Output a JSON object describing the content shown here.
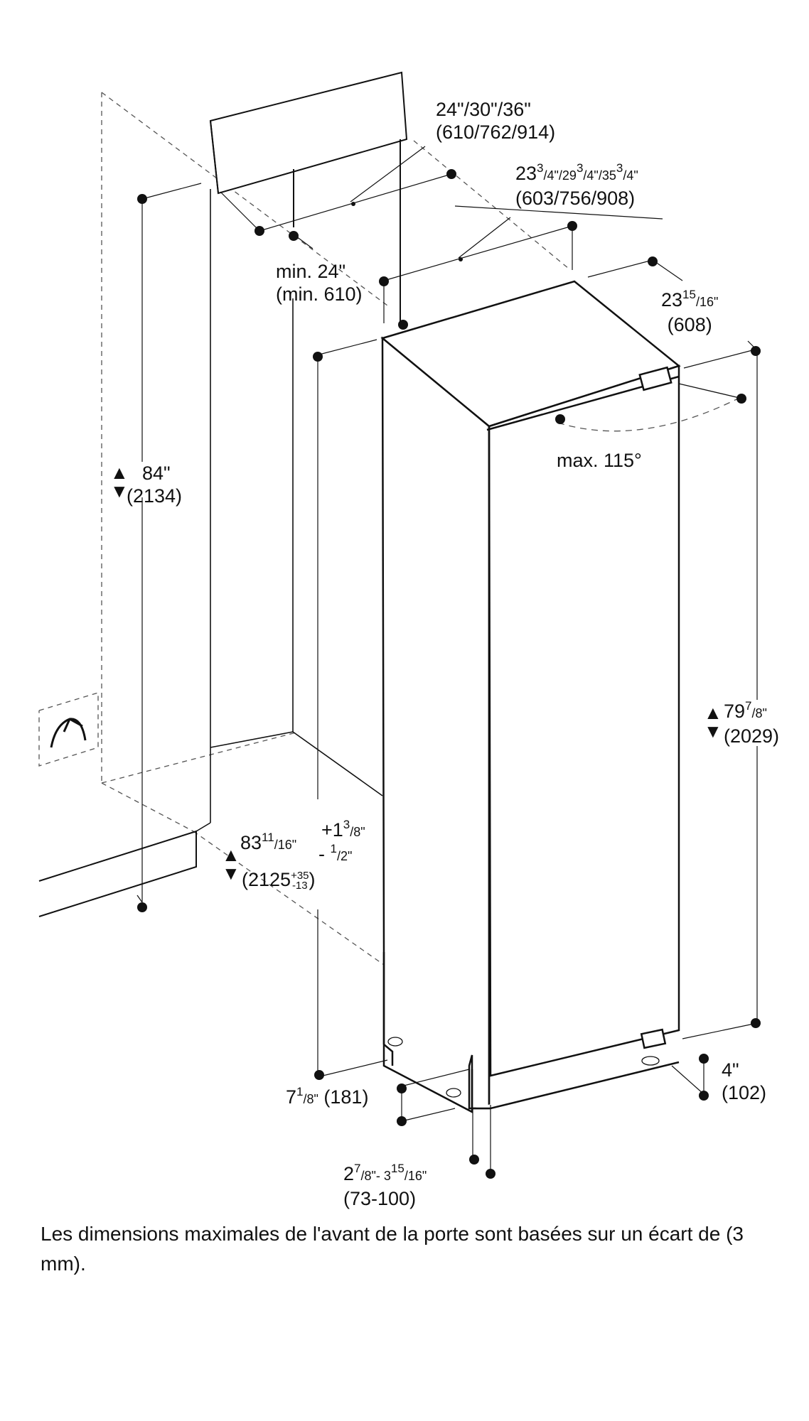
{
  "labels": {
    "panel_widths": "24\"/30\"/36\"",
    "panel_widths_mm": "(610/762/914)",
    "cabinet_widths_whole_1": "23",
    "cabinet_widths_sup_1": "3",
    "cabinet_widths_den_1": "/4\"/29",
    "cabinet_widths_sup_2": "3",
    "cabinet_widths_den_2": "/4\"/35",
    "cabinet_widths_sup_3": "3",
    "cabinet_widths_den_3": "/4\"",
    "cabinet_widths_mm": "(603/756/908)",
    "min_depth": "min. 24\"",
    "min_depth_mm": "(min. 610)",
    "depth_whole": "23",
    "depth_sup": "15",
    "depth_den": "/16\"",
    "depth_mm": "(608)",
    "door_angle": "max. 115°",
    "height_total": "84\"",
    "height_total_mm": "(2134)",
    "appliance_height_whole": "79",
    "appliance_height_sup": "7",
    "appliance_height_den": "/8\"",
    "appliance_height_mm": "(2029)",
    "niche_height_whole": "83",
    "niche_height_sup": "11",
    "niche_height_den": "/16\"",
    "niche_tol_plus": "+1",
    "niche_tol_plus_sup": "3",
    "niche_tol_plus_den": "/8\"",
    "niche_tol_minus": "- ",
    "niche_tol_minus_sup": "1",
    "niche_tol_minus_den": "/2\"",
    "niche_height_mm": "(2125",
    "niche_height_mm_tol_plus": "+35",
    "niche_height_mm_tol_minus": "-13",
    "niche_height_mm_close": ")",
    "base_depth_whole": "7",
    "base_depth_sup": "1",
    "base_depth_den": "/8\"",
    "base_depth_mm": " (181)",
    "plinth_height": "4\"",
    "plinth_height_mm": "(102)",
    "toe_kick_whole_1": "2",
    "toe_kick_sup_1": "7",
    "toe_kick_den_1": "/8\"- 3",
    "toe_kick_sup_2": "15",
    "toe_kick_den_2": "/16\"",
    "toe_kick_mm": "(73-100)"
  },
  "caption": "Les dimensions maximales de l'avant de la porte sont basées sur un écart de (3 mm)."
}
